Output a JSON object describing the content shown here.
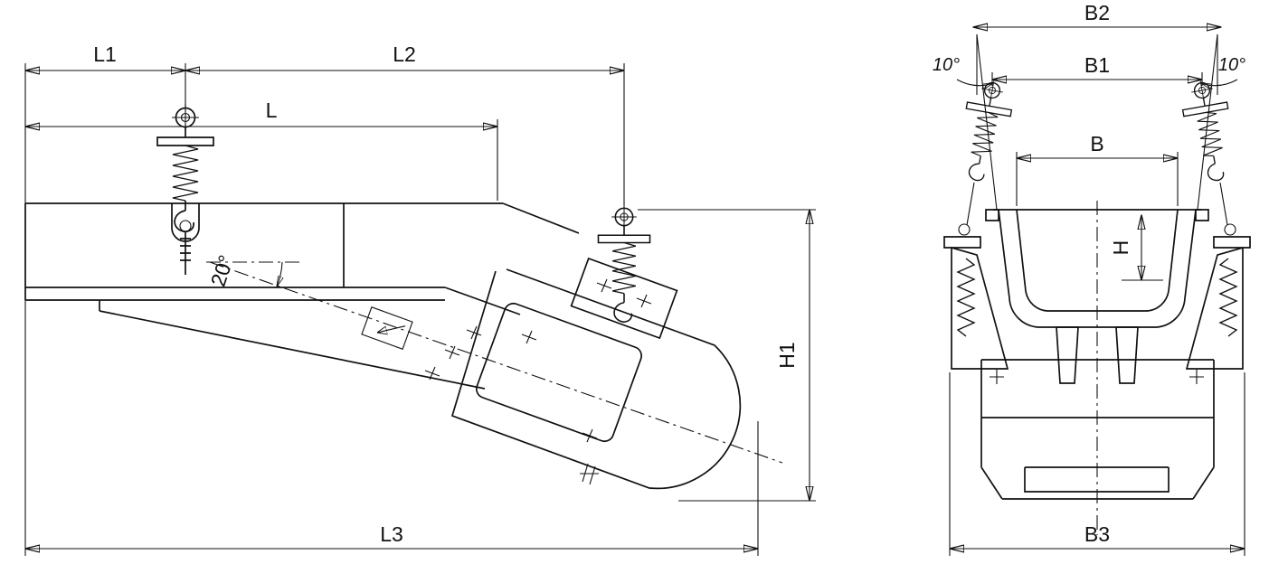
{
  "colors": {
    "line": "#111111",
    "background": "#ffffff"
  },
  "side_view": {
    "dims": {
      "l1": "L1",
      "l2": "L2",
      "l": "L",
      "l3": "L3",
      "h1": "H1",
      "incline_angle": "20°"
    }
  },
  "end_view": {
    "dims": {
      "b2": "B2",
      "b1": "B1",
      "b": "B",
      "h": "H",
      "b3": "B3",
      "tilt_angle_left": "10°",
      "tilt_angle_right": "10°"
    }
  }
}
